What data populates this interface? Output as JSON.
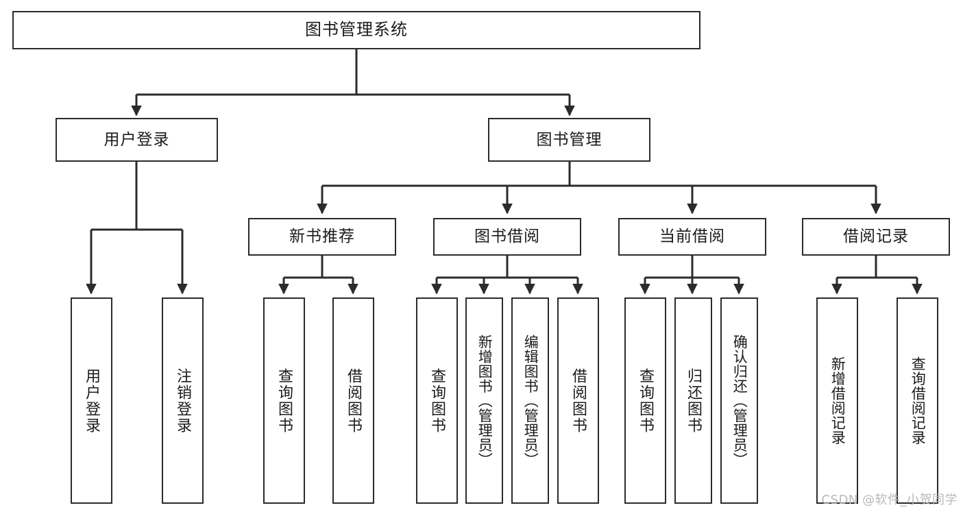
{
  "diagram": {
    "title": "图书管理系统",
    "watermark": "CSDN @软件_小贺同学",
    "line_color": "#2b2b2b",
    "node_fill": "#ffffff",
    "text_color": "#1b1b1b",
    "watermark_color": "#b9b9b9"
  },
  "nodes": {
    "root": {
      "label": "图书管理系统"
    },
    "level2": [
      {
        "label": "用户登录"
      },
      {
        "label": "图书管理"
      }
    ],
    "level3": [
      {
        "label": "新书推荐"
      },
      {
        "label": "图书借阅"
      },
      {
        "label": "当前借阅"
      },
      {
        "label": "借阅记录"
      }
    ],
    "leaves": {
      "user_login": [
        {
          "label": "用户登录"
        },
        {
          "label": "注销登录"
        }
      ],
      "new_book": [
        {
          "label": "查询图书"
        },
        {
          "label": "借阅图书"
        }
      ],
      "borrow": [
        {
          "label": "查询图书"
        },
        {
          "label": "新增图书（管理员）"
        },
        {
          "label": "编辑图书（管理员）"
        },
        {
          "label": "借阅图书"
        }
      ],
      "current": [
        {
          "label": "查询图书"
        },
        {
          "label": "归还图书"
        },
        {
          "label": "确认归还（管理员）"
        }
      ],
      "records": [
        {
          "label": "新增借阅记录"
        },
        {
          "label": "查询借阅记录"
        }
      ]
    }
  }
}
